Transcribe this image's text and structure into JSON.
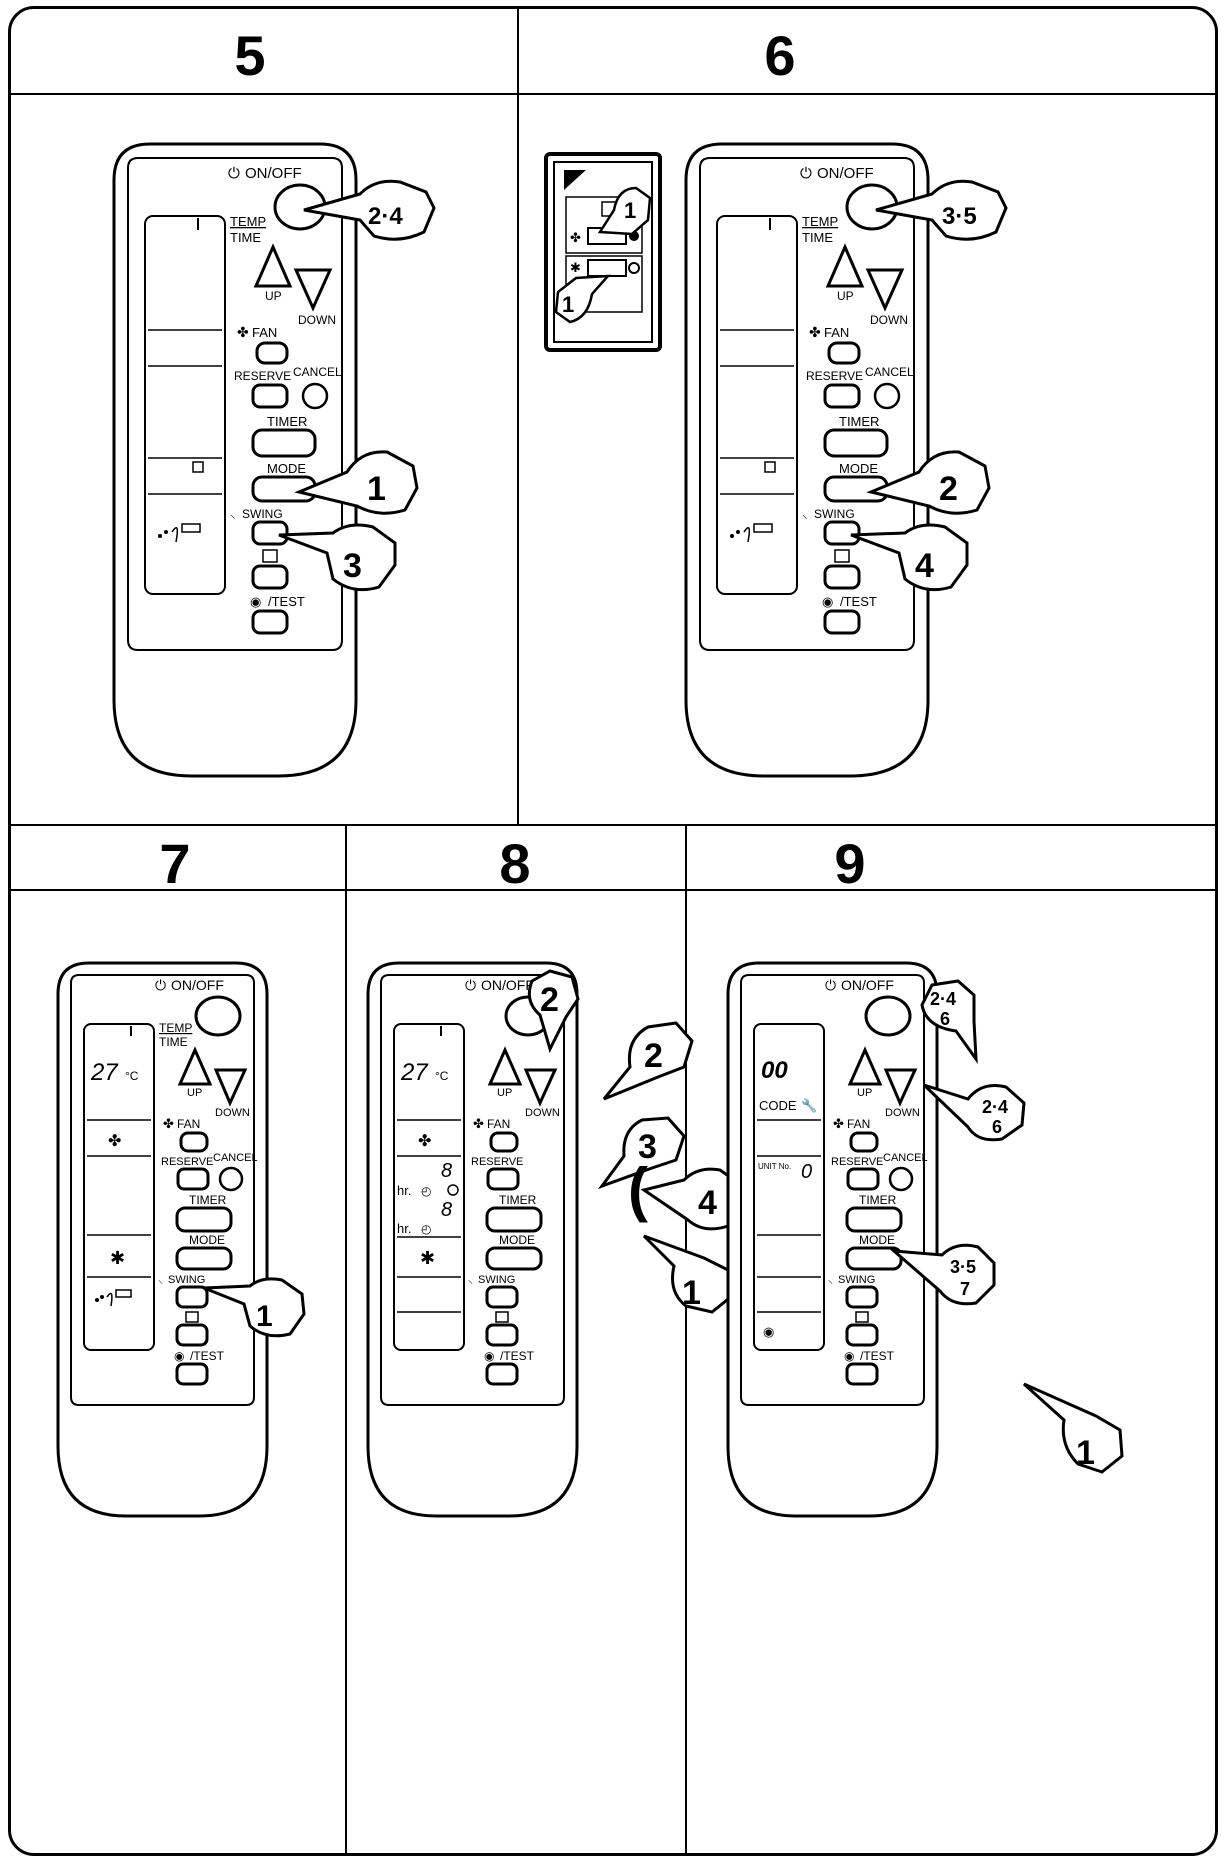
{
  "steps": {
    "s5": "5",
    "s6": "6",
    "s7": "7",
    "s8": "8",
    "s9": "9"
  },
  "remote_labels": {
    "on_off": "ON/OFF",
    "temp": "TEMP",
    "time": "TIME",
    "up": "UP",
    "down": "DOWN",
    "fan": "FAN",
    "reserve": "RESERVE",
    "cancel": "CANCEL",
    "timer": "TIMER",
    "mode": "MODE",
    "swing": "SWING",
    "test": "/TEST"
  },
  "display": {
    "temp_value": "27",
    "temp_unit": "°C",
    "hr": "hr.",
    "timer_digit_1": "8",
    "timer_digit_2": "8",
    "code_value": "00",
    "code_label": "CODE",
    "unit_no_label": "UNIT No.",
    "unit_no_value": "0"
  },
  "callouts": {
    "p5_onoff": "2·4",
    "p5_mode": "1",
    "p5_swing": "3",
    "p6_unit_top": "1",
    "p6_unit_bottom": "1",
    "p6_onoff": "3·5",
    "p6_mode": "2",
    "p6_swing": "4",
    "p7_swing": "1",
    "p8_up": "2",
    "p8_down": "2",
    "p8_reserve": "3",
    "p8_timer": "4",
    "p8_mode": "1",
    "p9_up_a": "2·4",
    "p9_up_b": "6",
    "p9_down_a": "2·4",
    "p9_down_b": "6",
    "p9_mode_a": "3·5",
    "p9_mode_b": "7",
    "p9_test": "1"
  },
  "brackets": {
    "open": "(",
    "close": ")"
  }
}
